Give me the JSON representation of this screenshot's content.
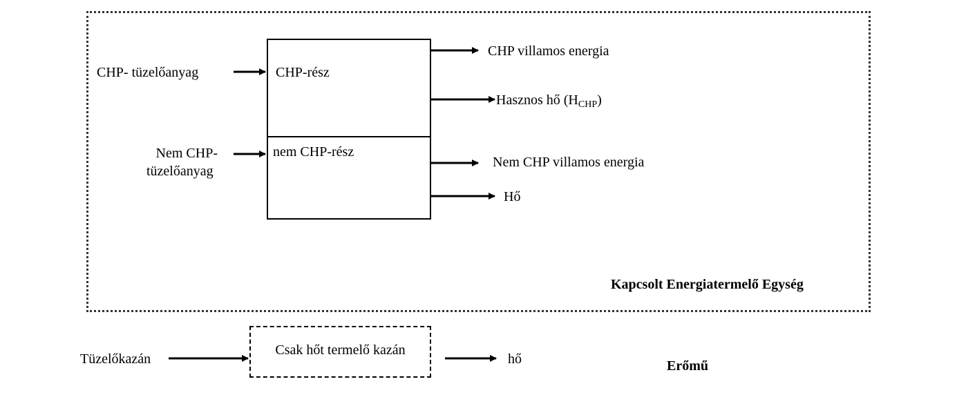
{
  "unit": {
    "label": "Kapcsolt Energiatermelő Egység",
    "chp_part": "CHP-rész",
    "non_chp_part": "nem CHP-rész"
  },
  "inputs": {
    "chp_fuel": "CHP- tüzelőanyag",
    "non_chp_fuel_line1": "Nem CHP-",
    "non_chp_fuel_line2": "tüzelőanyag"
  },
  "outputs": {
    "chp_electricity": "CHP villamos energia",
    "useful_heat": "Hasznos hő (H",
    "useful_heat_sub": "CHP",
    "useful_heat_close": ")",
    "non_chp_electricity": "Nem CHP villamos energia",
    "heat": "Hő"
  },
  "boiler": {
    "input": "Tüzelőkazán",
    "label": "Csak hőt termelő kazán",
    "output": "hő"
  },
  "plant_label": "Erőmű"
}
